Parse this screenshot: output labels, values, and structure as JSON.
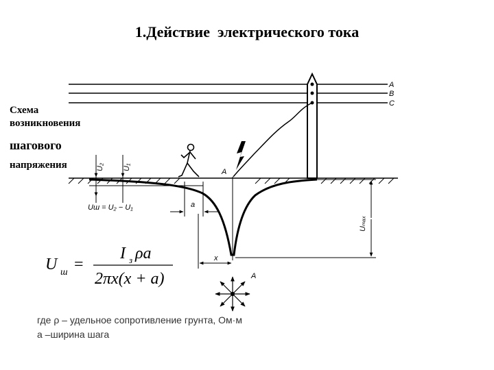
{
  "title": "1.Действие  электрического тока",
  "side_label": {
    "line1": "Схема",
    "line2": "возникновения",
    "line3": "шагового",
    "line4": "напряжения"
  },
  "diagram": {
    "phase_a": "A",
    "phase_b": "B",
    "phase_c": "C",
    "ground_point": "A",
    "top_view_point": "A",
    "u1": "U₁",
    "u2": "U₂",
    "step_formula": "Uш = U₂ − U₁",
    "a_dim": "a",
    "x_dim": "x",
    "umax": "Uₘₐₓ"
  },
  "formula": {
    "lhs": "U",
    "lhs_sub": "ш",
    "numerator": "I",
    "numerator_sub": "з",
    "numerator_rest": "ρa",
    "denominator": "2πx(x + a)"
  },
  "notes": {
    "line1": "где ρ – удельное сопротивление грунта, Ом·м",
    "line2": "a –ширина шага"
  }
}
